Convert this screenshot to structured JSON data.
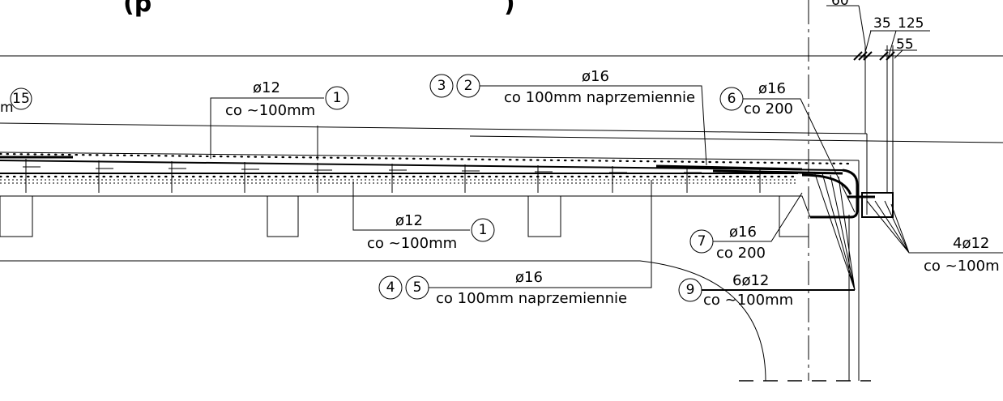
{
  "title": "(p",
  "title_tail": ")",
  "dims": {
    "d60": "60",
    "d35": "35",
    "d125": "125",
    "d55": "55"
  },
  "bubbles": {
    "b15": "15",
    "b1": "1",
    "b3": "3",
    "b2": "2",
    "b6": "6",
    "b7": "7",
    "b4": "4",
    "b5": "5",
    "b9": "9"
  },
  "labels": {
    "top_1_dia": "ø12",
    "top_1_spacing": "co  ~100mm",
    "top_32_dia": "ø16",
    "top_32_spacing": "co  100mm  naprzemiennie",
    "b6_dia": "ø16",
    "b6_spacing": "co  200",
    "bot_1_dia": "ø12",
    "bot_1_spacing": "co  ~100mm",
    "b7_dia": "ø16",
    "b7_spacing": "co  200",
    "b45_dia": "ø16",
    "b45_spacing": "co  100mm  naprzemiennie",
    "b9_dia": "6ø12",
    "b9_spacing": "co  ~100mm",
    "right_dia": "4ø12",
    "right_spacing": "co  ~100m",
    "left_cut": "m"
  },
  "colors": {
    "ink": "#000000",
    "background": "#ffffff"
  }
}
